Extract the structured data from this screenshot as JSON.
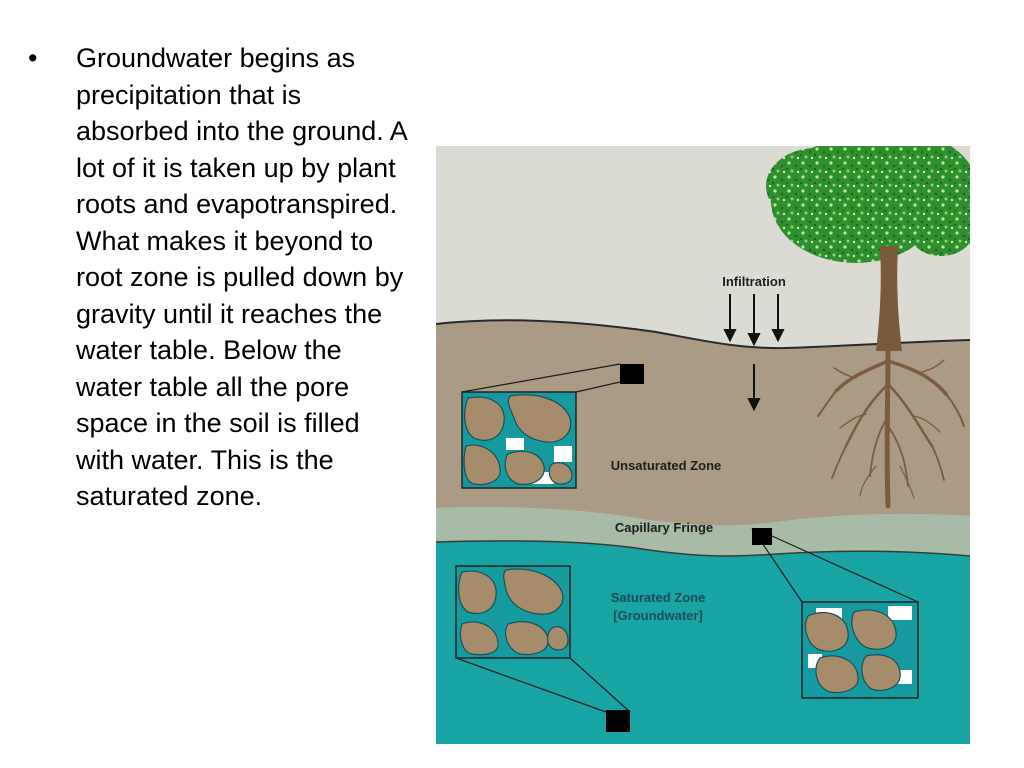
{
  "bullet": {
    "marker": "•",
    "text": "Groundwater begins as precipitation that is absorbed into the ground. A lot of it is taken up by plant roots and evapotranspired. What makes it beyond to root zone is pulled down by gravity until it reaches the water table. Below the water table all the pore space in the soil is filled with water. This is the saturated zone."
  },
  "diagram": {
    "labels": {
      "infiltration": "Infiltration",
      "unsaturated": "Unsaturated Zone",
      "capillary": "Capillary Fringe",
      "saturated_line1": "Saturated Zone",
      "saturated_line2": "[Groundwater]"
    },
    "colors": {
      "sky": "#dcdbd3",
      "soil": "#ab9a84",
      "capillary": "#a7bba7",
      "saturated": "#18a3a5",
      "grain": "#a78c6c",
      "pore_water": "#159aa0",
      "air": "#ffffff",
      "tree_foliage": "#2f8f2c",
      "tree_trunk": "#7a5a3a",
      "root": "#7d5c3e"
    }
  }
}
